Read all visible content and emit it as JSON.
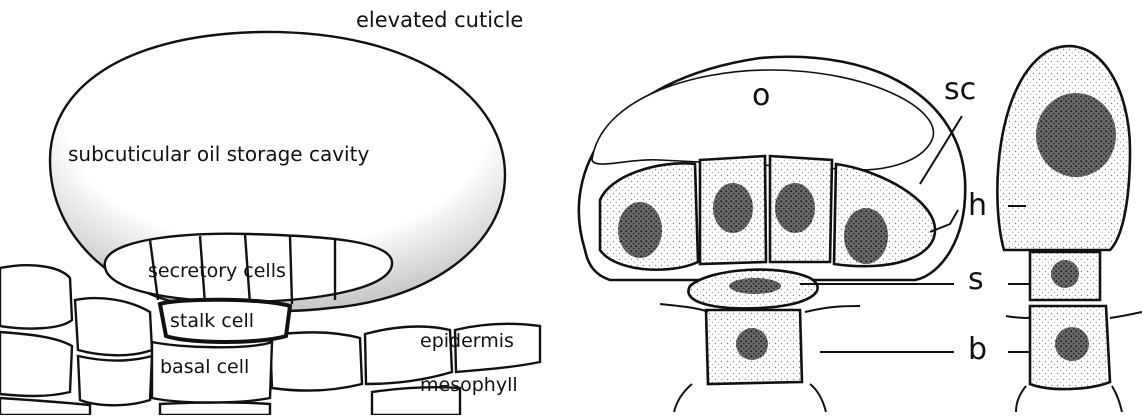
{
  "left_figure": {
    "labels": {
      "elevated_cuticle": "elevated cuticle",
      "oil_cavity": "subcuticular oil storage cavity",
      "secretory_cells": "secretory cells",
      "stalk_cell": "stalk cell",
      "basal_cell": "basal cell",
      "epidermis": "epidermis",
      "mesophyll": "mesophyll"
    }
  },
  "right_figure": {
    "labels": {
      "o": "o",
      "sc": "sc",
      "h": "h",
      "s": "s",
      "b": "b"
    }
  },
  "colors": {
    "ink": "#111111",
    "stipple": "#9a9a9a",
    "background": "#ffffff"
  }
}
